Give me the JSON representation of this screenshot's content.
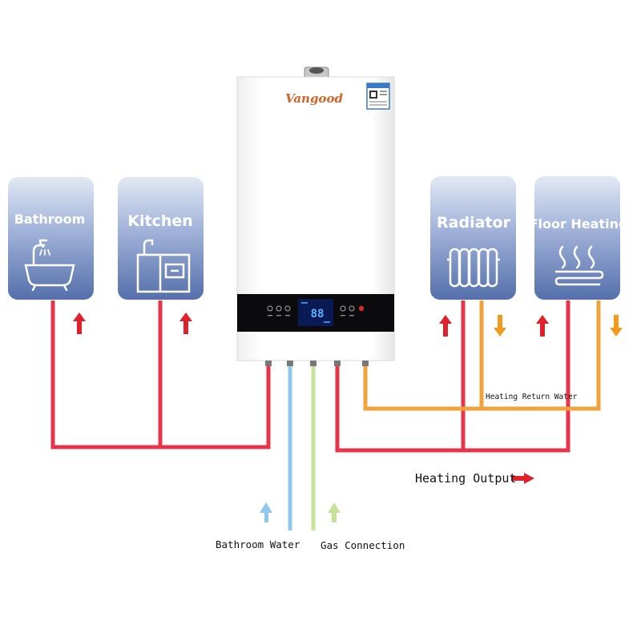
{
  "brand": "Vangood",
  "display_reading": "88",
  "cards": {
    "bathroom": "Bathroom",
    "kitchen": "Kitchen",
    "radiator": "Radiator",
    "floor_heating": "Floor Heating"
  },
  "labels": {
    "heating_return_water": "Heating Return Water",
    "heating_output": "Heating Output",
    "bathroom_water": "Bathroom Water",
    "gas_connection": "Gas Connection"
  },
  "colors": {
    "hot_pipe": "#e8344a",
    "return_pipe": "#f2a23a",
    "cold_water_pipe": "#8ec9ec",
    "gas_pipe": "#c7e09a",
    "arrow_red": "#e0202a",
    "arrow_orange": "#f39a1e",
    "card_top": "#dfe7f4",
    "card_bottom": "#5a73ad"
  },
  "icons": [
    "bathtub-icon",
    "kitchen-sink-icon",
    "radiator-icon",
    "floor-heating-icon"
  ]
}
